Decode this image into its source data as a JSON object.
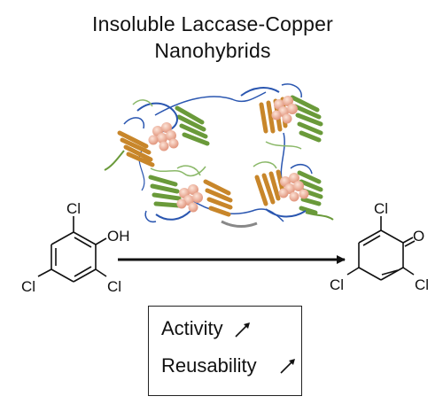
{
  "title": {
    "line1": "Insoluble Laccase-Copper",
    "line2": "Nanohybrids"
  },
  "reactant": {
    "substituent_top": "Cl",
    "substituent_oh": "OH",
    "substituent_left": "Cl",
    "substituent_right": "Cl"
  },
  "product": {
    "substituent_top": "Cl",
    "substituent_o": "O",
    "substituent_left": "Cl",
    "substituent_right": "Cl"
  },
  "properties": {
    "activity_label": "Activity",
    "reusability_label": "Reusability"
  },
  "colors": {
    "beta_sheet_green": "#6a9a3a",
    "beta_sheet_orange": "#c8862a",
    "loop_blue": "#2a56b0",
    "copper_cluster": "#f0b8a4"
  }
}
